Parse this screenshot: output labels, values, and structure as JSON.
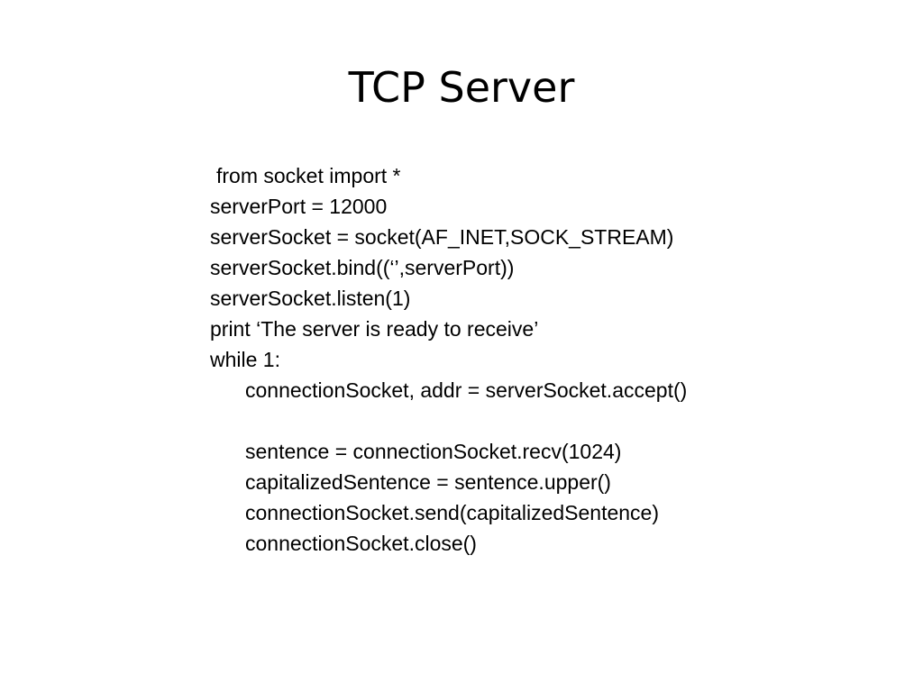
{
  "slide": {
    "title": "TCP Server",
    "code_lines": [
      "from socket import *",
      "serverPort = 12000",
      "serverSocket = socket(AF_INET,SOCK_STREAM)",
      "serverSocket.bind((‘’,serverPort))",
      "serverSocket.listen(1)",
      "print ‘The server is ready to receive’",
      "while 1:",
      "connectionSocket, addr = serverSocket.accept()",
      "",
      "sentence = connectionSocket.recv(1024)",
      "capitalizedSentence = sentence.upper()",
      "connectionSocket.send(capitalizedSentence)",
      "connectionSocket.close()"
    ]
  }
}
